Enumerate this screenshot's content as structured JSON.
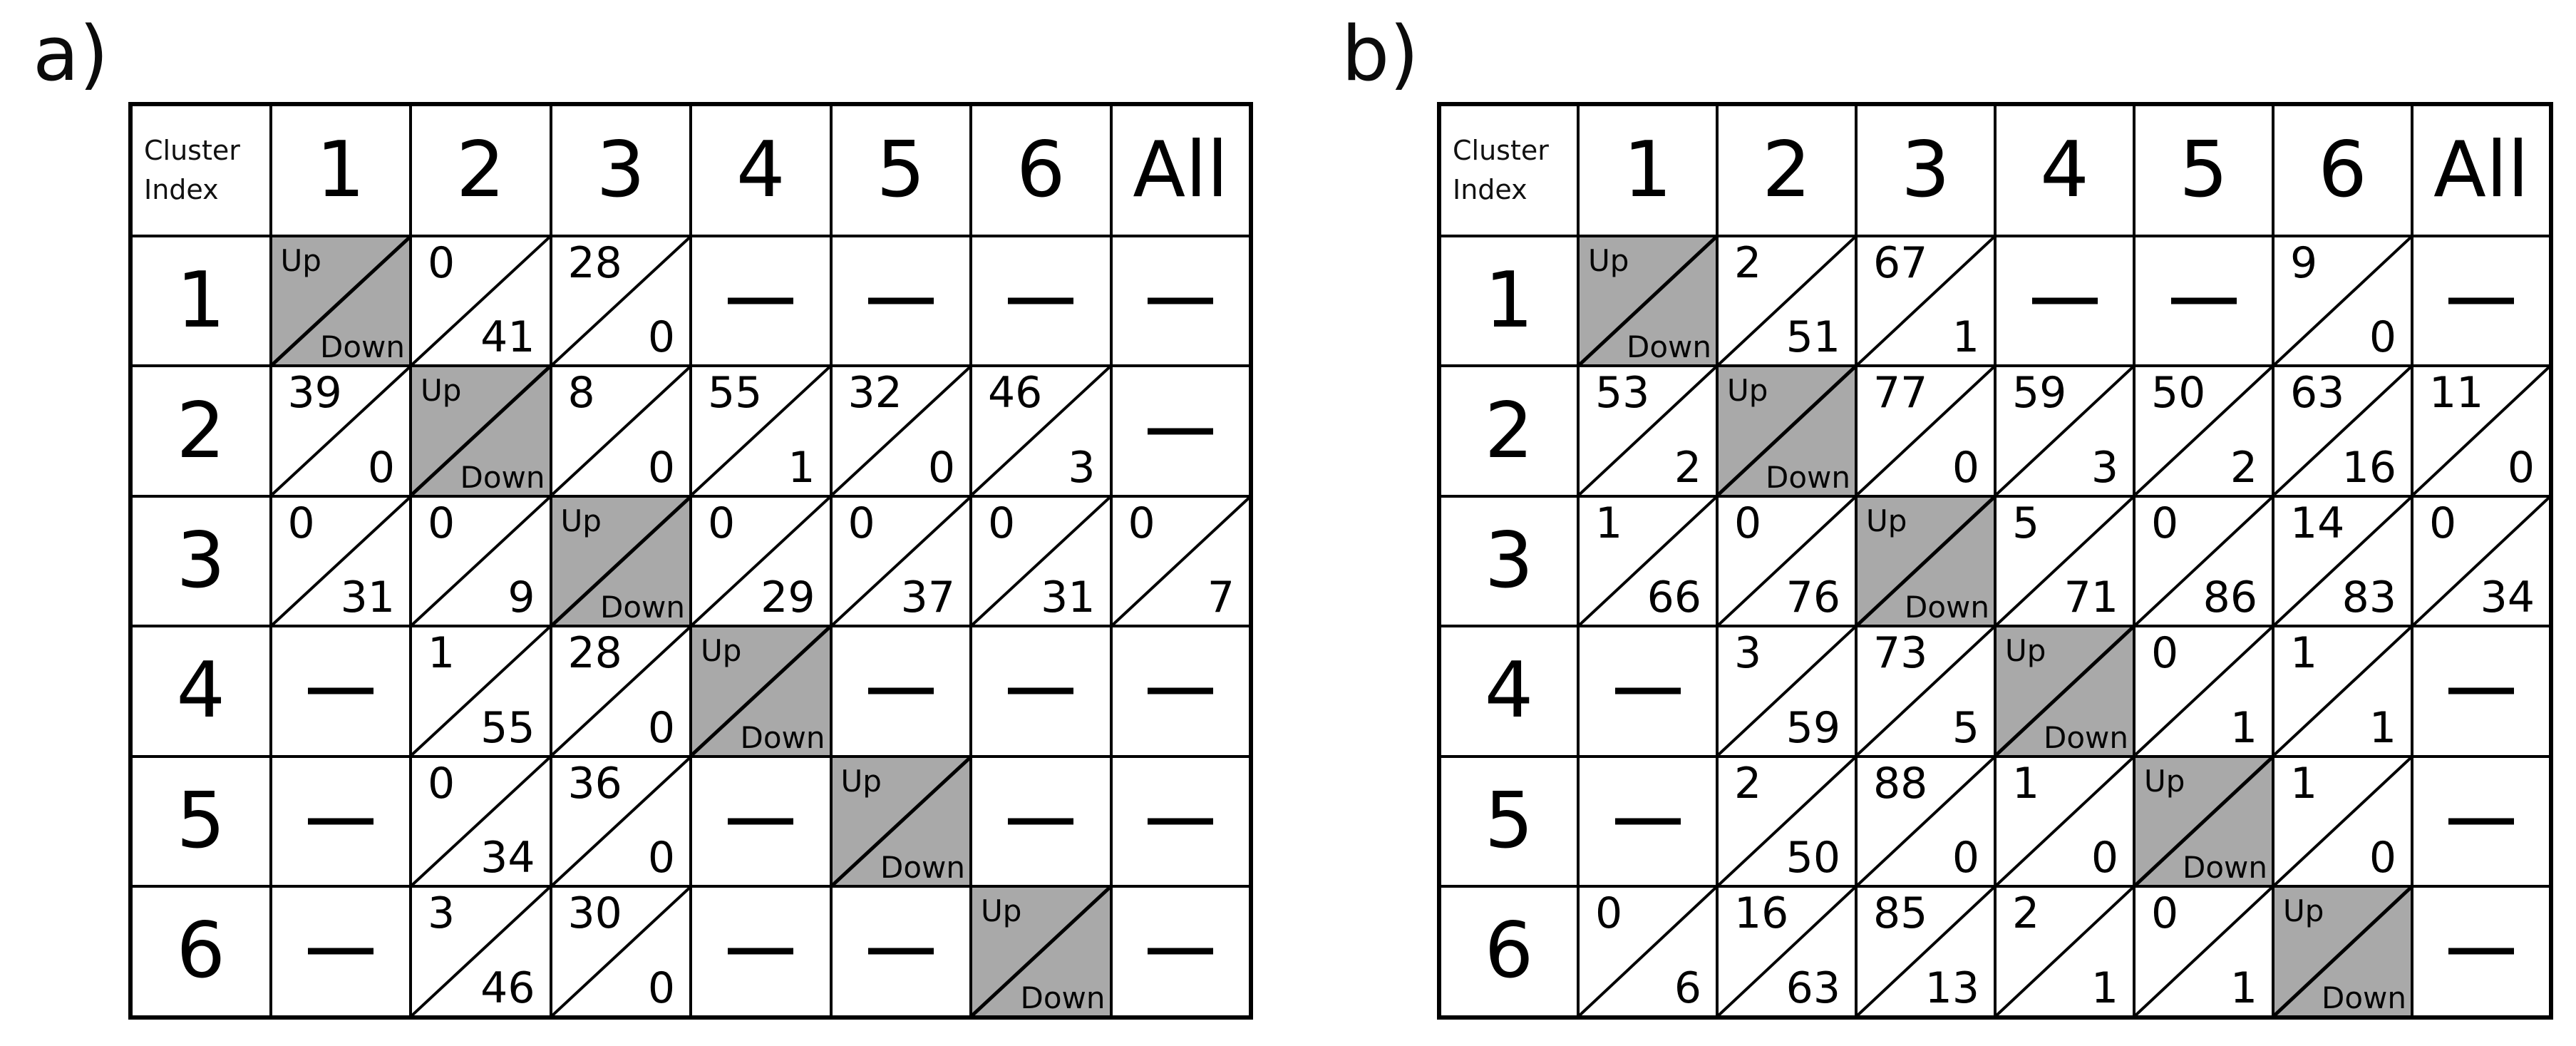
{
  "figure": {
    "background": "#ffffff",
    "self_cell": {
      "up_label": "Up",
      "down_label": "Down",
      "fill": "#a9a9a9"
    },
    "dash_glyph": "—",
    "panels": [
      {
        "label": "a)",
        "corner_header": [
          "Cluster",
          "Index"
        ],
        "column_headers": [
          "1",
          "2",
          "3",
          "4",
          "5",
          "6",
          "All"
        ],
        "rows": [
          {
            "label": "1",
            "cells": [
              {
                "t": "self"
              },
              {
                "t": "split",
                "up": "0",
                "down": "41"
              },
              {
                "t": "split",
                "up": "28",
                "down": "0"
              },
              {
                "t": "dash"
              },
              {
                "t": "dash"
              },
              {
                "t": "dash"
              },
              {
                "t": "dash"
              }
            ]
          },
          {
            "label": "2",
            "cells": [
              {
                "t": "split",
                "up": "39",
                "down": "0"
              },
              {
                "t": "self"
              },
              {
                "t": "split",
                "up": "8",
                "down": "0"
              },
              {
                "t": "split",
                "up": "55",
                "down": "1"
              },
              {
                "t": "split",
                "up": "32",
                "down": "0"
              },
              {
                "t": "split",
                "up": "46",
                "down": "3"
              },
              {
                "t": "dash"
              }
            ]
          },
          {
            "label": "3",
            "cells": [
              {
                "t": "split",
                "up": "0",
                "down": "31"
              },
              {
                "t": "split",
                "up": "0",
                "down": "9"
              },
              {
                "t": "self"
              },
              {
                "t": "split",
                "up": "0",
                "down": "29"
              },
              {
                "t": "split",
                "up": "0",
                "down": "37"
              },
              {
                "t": "split",
                "up": "0",
                "down": "31"
              },
              {
                "t": "split",
                "up": "0",
                "down": "7"
              }
            ]
          },
          {
            "label": "4",
            "cells": [
              {
                "t": "dash"
              },
              {
                "t": "split",
                "up": "1",
                "down": "55"
              },
              {
                "t": "split",
                "up": "28",
                "down": "0"
              },
              {
                "t": "self"
              },
              {
                "t": "dash"
              },
              {
                "t": "dash"
              },
              {
                "t": "dash"
              }
            ]
          },
          {
            "label": "5",
            "cells": [
              {
                "t": "dash"
              },
              {
                "t": "split",
                "up": "0",
                "down": "34"
              },
              {
                "t": "split",
                "up": "36",
                "down": "0"
              },
              {
                "t": "dash"
              },
              {
                "t": "self"
              },
              {
                "t": "dash"
              },
              {
                "t": "dash"
              }
            ]
          },
          {
            "label": "6",
            "cells": [
              {
                "t": "dash"
              },
              {
                "t": "split",
                "up": "3",
                "down": "46"
              },
              {
                "t": "split",
                "up": "30",
                "down": "0"
              },
              {
                "t": "dash"
              },
              {
                "t": "dash"
              },
              {
                "t": "self"
              },
              {
                "t": "dash"
              }
            ]
          }
        ]
      },
      {
        "label": "b)",
        "corner_header": [
          "Cluster",
          "Index"
        ],
        "column_headers": [
          "1",
          "2",
          "3",
          "4",
          "5",
          "6",
          "All"
        ],
        "rows": [
          {
            "label": "1",
            "cells": [
              {
                "t": "self"
              },
              {
                "t": "split",
                "up": "2",
                "down": "51"
              },
              {
                "t": "split",
                "up": "67",
                "down": "1"
              },
              {
                "t": "dash"
              },
              {
                "t": "dash"
              },
              {
                "t": "split",
                "up": "9",
                "down": "0"
              },
              {
                "t": "dash"
              }
            ]
          },
          {
            "label": "2",
            "cells": [
              {
                "t": "split",
                "up": "53",
                "down": "2"
              },
              {
                "t": "self"
              },
              {
                "t": "split",
                "up": "77",
                "down": "0"
              },
              {
                "t": "split",
                "up": "59",
                "down": "3"
              },
              {
                "t": "split",
                "up": "50",
                "down": "2"
              },
              {
                "t": "split",
                "up": "63",
                "down": "16"
              },
              {
                "t": "split",
                "up": "11",
                "down": "0"
              }
            ]
          },
          {
            "label": "3",
            "cells": [
              {
                "t": "split",
                "up": "1",
                "down": "66"
              },
              {
                "t": "split",
                "up": "0",
                "down": "76"
              },
              {
                "t": "self"
              },
              {
                "t": "split",
                "up": "5",
                "down": "71"
              },
              {
                "t": "split",
                "up": "0",
                "down": "86"
              },
              {
                "t": "split",
                "up": "14",
                "down": "83"
              },
              {
                "t": "split",
                "up": "0",
                "down": "34"
              }
            ]
          },
          {
            "label": "4",
            "cells": [
              {
                "t": "dash"
              },
              {
                "t": "split",
                "up": "3",
                "down": "59"
              },
              {
                "t": "split",
                "up": "73",
                "down": "5"
              },
              {
                "t": "self"
              },
              {
                "t": "split",
                "up": "0",
                "down": "1"
              },
              {
                "t": "split",
                "up": "1",
                "down": "1"
              },
              {
                "t": "dash"
              }
            ]
          },
          {
            "label": "5",
            "cells": [
              {
                "t": "dash"
              },
              {
                "t": "split",
                "up": "2",
                "down": "50"
              },
              {
                "t": "split",
                "up": "88",
                "down": "0"
              },
              {
                "t": "split",
                "up": "1",
                "down": "0"
              },
              {
                "t": "self"
              },
              {
                "t": "split",
                "up": "1",
                "down": "0"
              },
              {
                "t": "dash"
              }
            ]
          },
          {
            "label": "6",
            "cells": [
              {
                "t": "split",
                "up": "0",
                "down": "6"
              },
              {
                "t": "split",
                "up": "16",
                "down": "63"
              },
              {
                "t": "split",
                "up": "85",
                "down": "13"
              },
              {
                "t": "split",
                "up": "2",
                "down": "1"
              },
              {
                "t": "split",
                "up": "0",
                "down": "1"
              },
              {
                "t": "self"
              },
              {
                "t": "dash"
              }
            ]
          }
        ]
      }
    ]
  }
}
